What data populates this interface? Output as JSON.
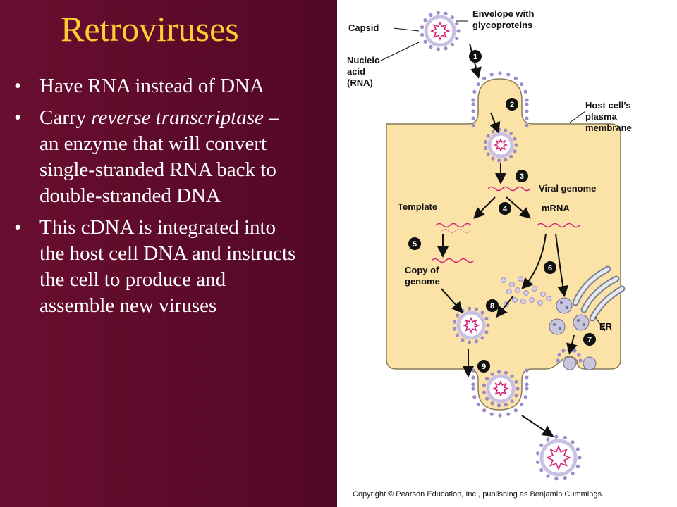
{
  "slide": {
    "title": "Retroviruses",
    "bullets": [
      {
        "parts": [
          {
            "text": "Have RNA instead of DNA",
            "italic": false
          }
        ]
      },
      {
        "parts": [
          {
            "text": "Carry ",
            "italic": false
          },
          {
            "text": "reverse transcriptase",
            "italic": true
          },
          {
            "text": " – an enzyme that will convert single-stranded RNA back to double-stranded DNA",
            "italic": false
          }
        ]
      },
      {
        "parts": [
          {
            "text": "This cDNA is integrated into the host cell DNA and instructs the cell to produce and assemble new viruses",
            "italic": false
          }
        ]
      }
    ],
    "bullet_char": "•"
  },
  "diagram": {
    "labels": {
      "capsid": "Capsid",
      "envelope_line1": "Envelope with",
      "envelope_line2": "glycoproteins",
      "nucleic_line1": "Nucleic",
      "nucleic_line2": "acid",
      "nucleic_line3": "(RNA)",
      "host_line1": "Host cell’s",
      "host_line2": "plasma",
      "host_line3": "membrane",
      "viral_genome": "Viral genome",
      "template": "Template",
      "mrna": "mRNA",
      "copy_line1": "Copy of",
      "copy_line2": "genome",
      "er": "ER"
    },
    "steps": [
      "1",
      "2",
      "3",
      "4",
      "5",
      "6",
      "7",
      "8",
      "9"
    ],
    "copyright": "Copyright © Pearson Education, Inc., publishing as Benjamin Cummings.",
    "colors": {
      "cell_fill": "#fbe3a8",
      "cell_stroke": "#8a7a5a",
      "rna": "#d4247a",
      "glycoprotein": "#9b8cc9",
      "capsid": "#c9c0e6",
      "step_circle": "#111111"
    }
  }
}
